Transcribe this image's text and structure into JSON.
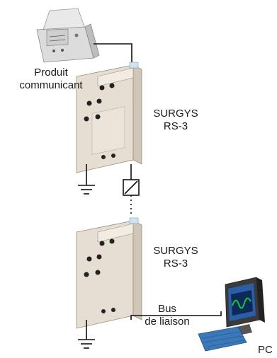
{
  "labels": {
    "product": [
      "Produit",
      "communicant"
    ],
    "device_top": [
      "SURGYS",
      "RS-3"
    ],
    "device_bottom": [
      "SURGYS",
      "RS-3"
    ],
    "bus": [
      "Bus",
      "de liaison"
    ],
    "pc": "PC"
  },
  "colors": {
    "module_front": "#e6ded2",
    "module_side": "#cfc6b8",
    "module_top": "#f2ece3",
    "line": "#111111",
    "screen": "#2a5fa8",
    "screen_wave": "#19c24a",
    "keyboard": "#3a78b8"
  },
  "icons": {
    "ground": "ground-icon",
    "isolation": "isolation-box-icon",
    "pc": "computer-icon",
    "product": "communicating-product-icon"
  }
}
